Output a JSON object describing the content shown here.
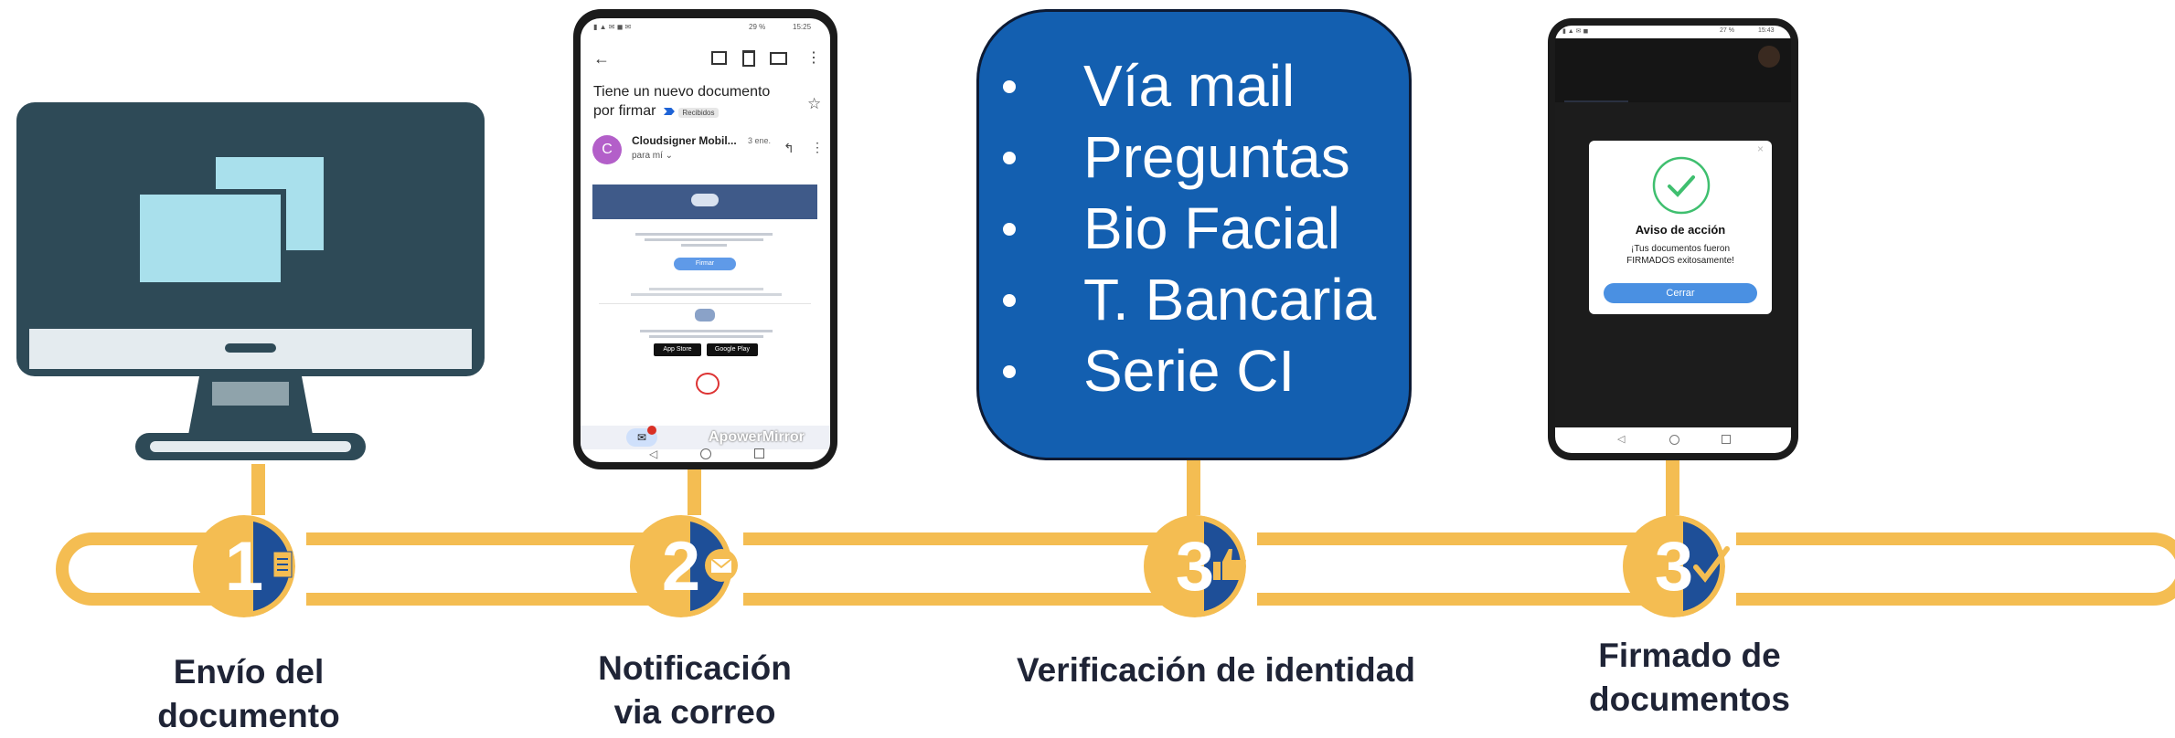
{
  "colors": {
    "timeline": "#f4bd52",
    "navy": "#1e4f98",
    "box_blue": "#135fb0",
    "monitor_frame": "#2e4a57",
    "monitor_window": "#a9e0ec",
    "label_text": "#1f2436"
  },
  "steps": [
    {
      "number": "1",
      "icon": "document-icon",
      "label_line1": "Envío del",
      "label_line2": "documento"
    },
    {
      "number": "2",
      "icon": "envelope-icon",
      "label_line1": "Notificación",
      "label_line2": "via correo"
    },
    {
      "number": "3",
      "icon": "thumbs-up-icon",
      "label_line1": "Verificación de identidad",
      "label_line2": ""
    },
    {
      "number": "3",
      "icon": "checkmark-icon",
      "label_line1": "Firmado de",
      "label_line2": "documentos"
    }
  ],
  "verification_methods": [
    "Vía mail",
    "Preguntas",
    "Bio Facial",
    "T. Bancaria",
    "Serie CI"
  ],
  "email_phone": {
    "status_time": "15:25",
    "status_battery": "29 %",
    "subject_line1": "Tiene un nuevo documento",
    "subject_line2": "por firmar",
    "inbox_tag": "Recibidos",
    "avatar_letter": "C",
    "sender": "Cloudsigner Mobil...",
    "date": "3 ene.",
    "recipient": "para mí",
    "sign_button": "Firmar",
    "store_apple": "App Store",
    "store_google": "Google Play",
    "mirror_watermark": "ApowerMirror"
  },
  "signed_phone": {
    "status_time": "15:43",
    "status_battery": "27 %",
    "dialog_title": "Aviso de acción",
    "dialog_line1": "¡Tus documentos fueron",
    "dialog_line2": "FIRMADOS exitosamente!",
    "close_button": "Cerrar"
  }
}
